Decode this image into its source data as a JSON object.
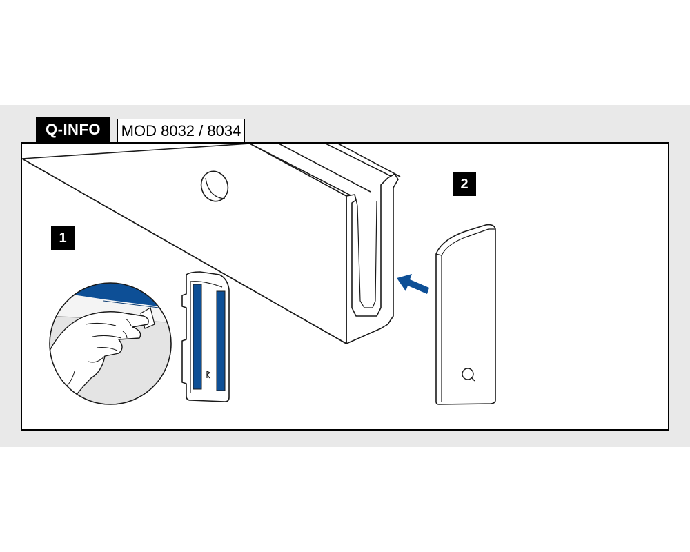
{
  "header": {
    "tag_label": "Q-INFO",
    "model_label": "MOD 8032 / 8034"
  },
  "steps": [
    {
      "number": "1"
    },
    {
      "number": "2"
    }
  ],
  "colors": {
    "accent_blue": "#0d4f96",
    "band_gray": "#e9e9e9",
    "outline": "#1a1a1a"
  },
  "icons": [
    "hand-peeling-tape-icon",
    "push-arrow-icon",
    "q-logo-icon"
  ]
}
